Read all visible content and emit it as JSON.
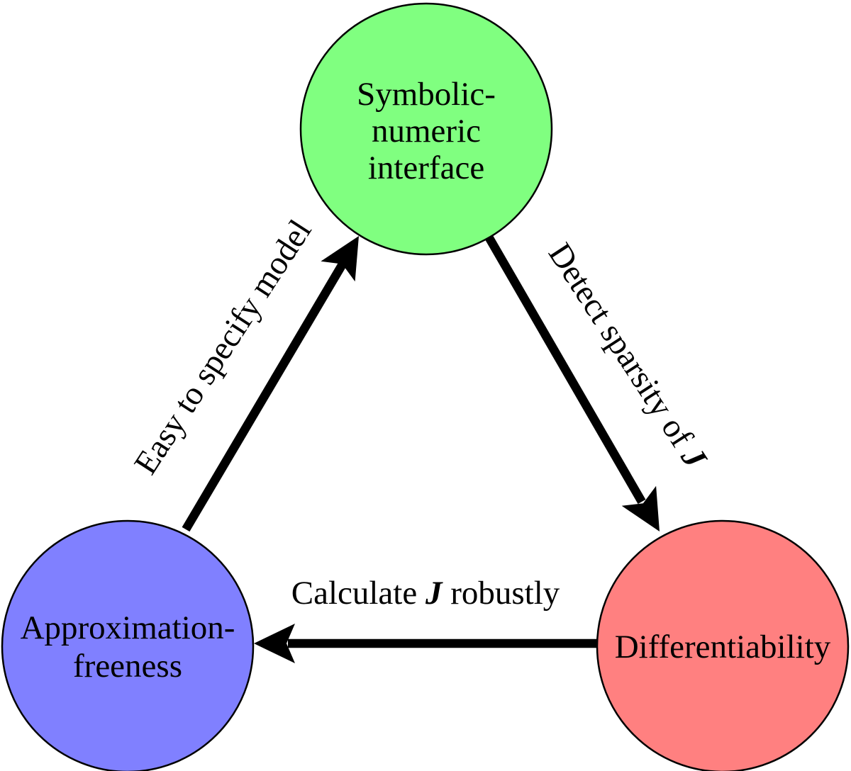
{
  "diagram": {
    "background_color": "#ffffff",
    "arrow_color": "#000000",
    "nodes": [
      {
        "name": "Symbolic-numeric interface",
        "lines": [
          "Symbolic-",
          "numeric",
          "interface"
        ],
        "fill_color": "#80ff80",
        "border_color": "#000000"
      },
      {
        "name": "Approximation-freeness",
        "lines": [
          "Approximation-",
          "freeness"
        ],
        "fill_color": "#8080ff",
        "border_color": "#000000"
      },
      {
        "name": "Differentiability",
        "lines": [
          "Differentiability"
        ],
        "fill_color": "#ff8080",
        "border_color": "#000000"
      }
    ],
    "edges": [
      {
        "from": "Approximation-freeness",
        "to": "Symbolic-numeric interface",
        "label": "Easy to specify model",
        "label_parts": {
          "pre": "Easy to specify model",
          "emph": "",
          "post": ""
        }
      },
      {
        "from": "Symbolic-numeric interface",
        "to": "Differentiability",
        "label": "Detect sparsity of J",
        "label_parts": {
          "pre": "Detect sparsity of ",
          "emph": "J",
          "post": ""
        }
      },
      {
        "from": "Differentiability",
        "to": "Approximation-freeness",
        "label": "Calculate J robustly",
        "label_parts": {
          "pre": "Calculate ",
          "emph": "J",
          "post": " robustly"
        }
      }
    ]
  }
}
